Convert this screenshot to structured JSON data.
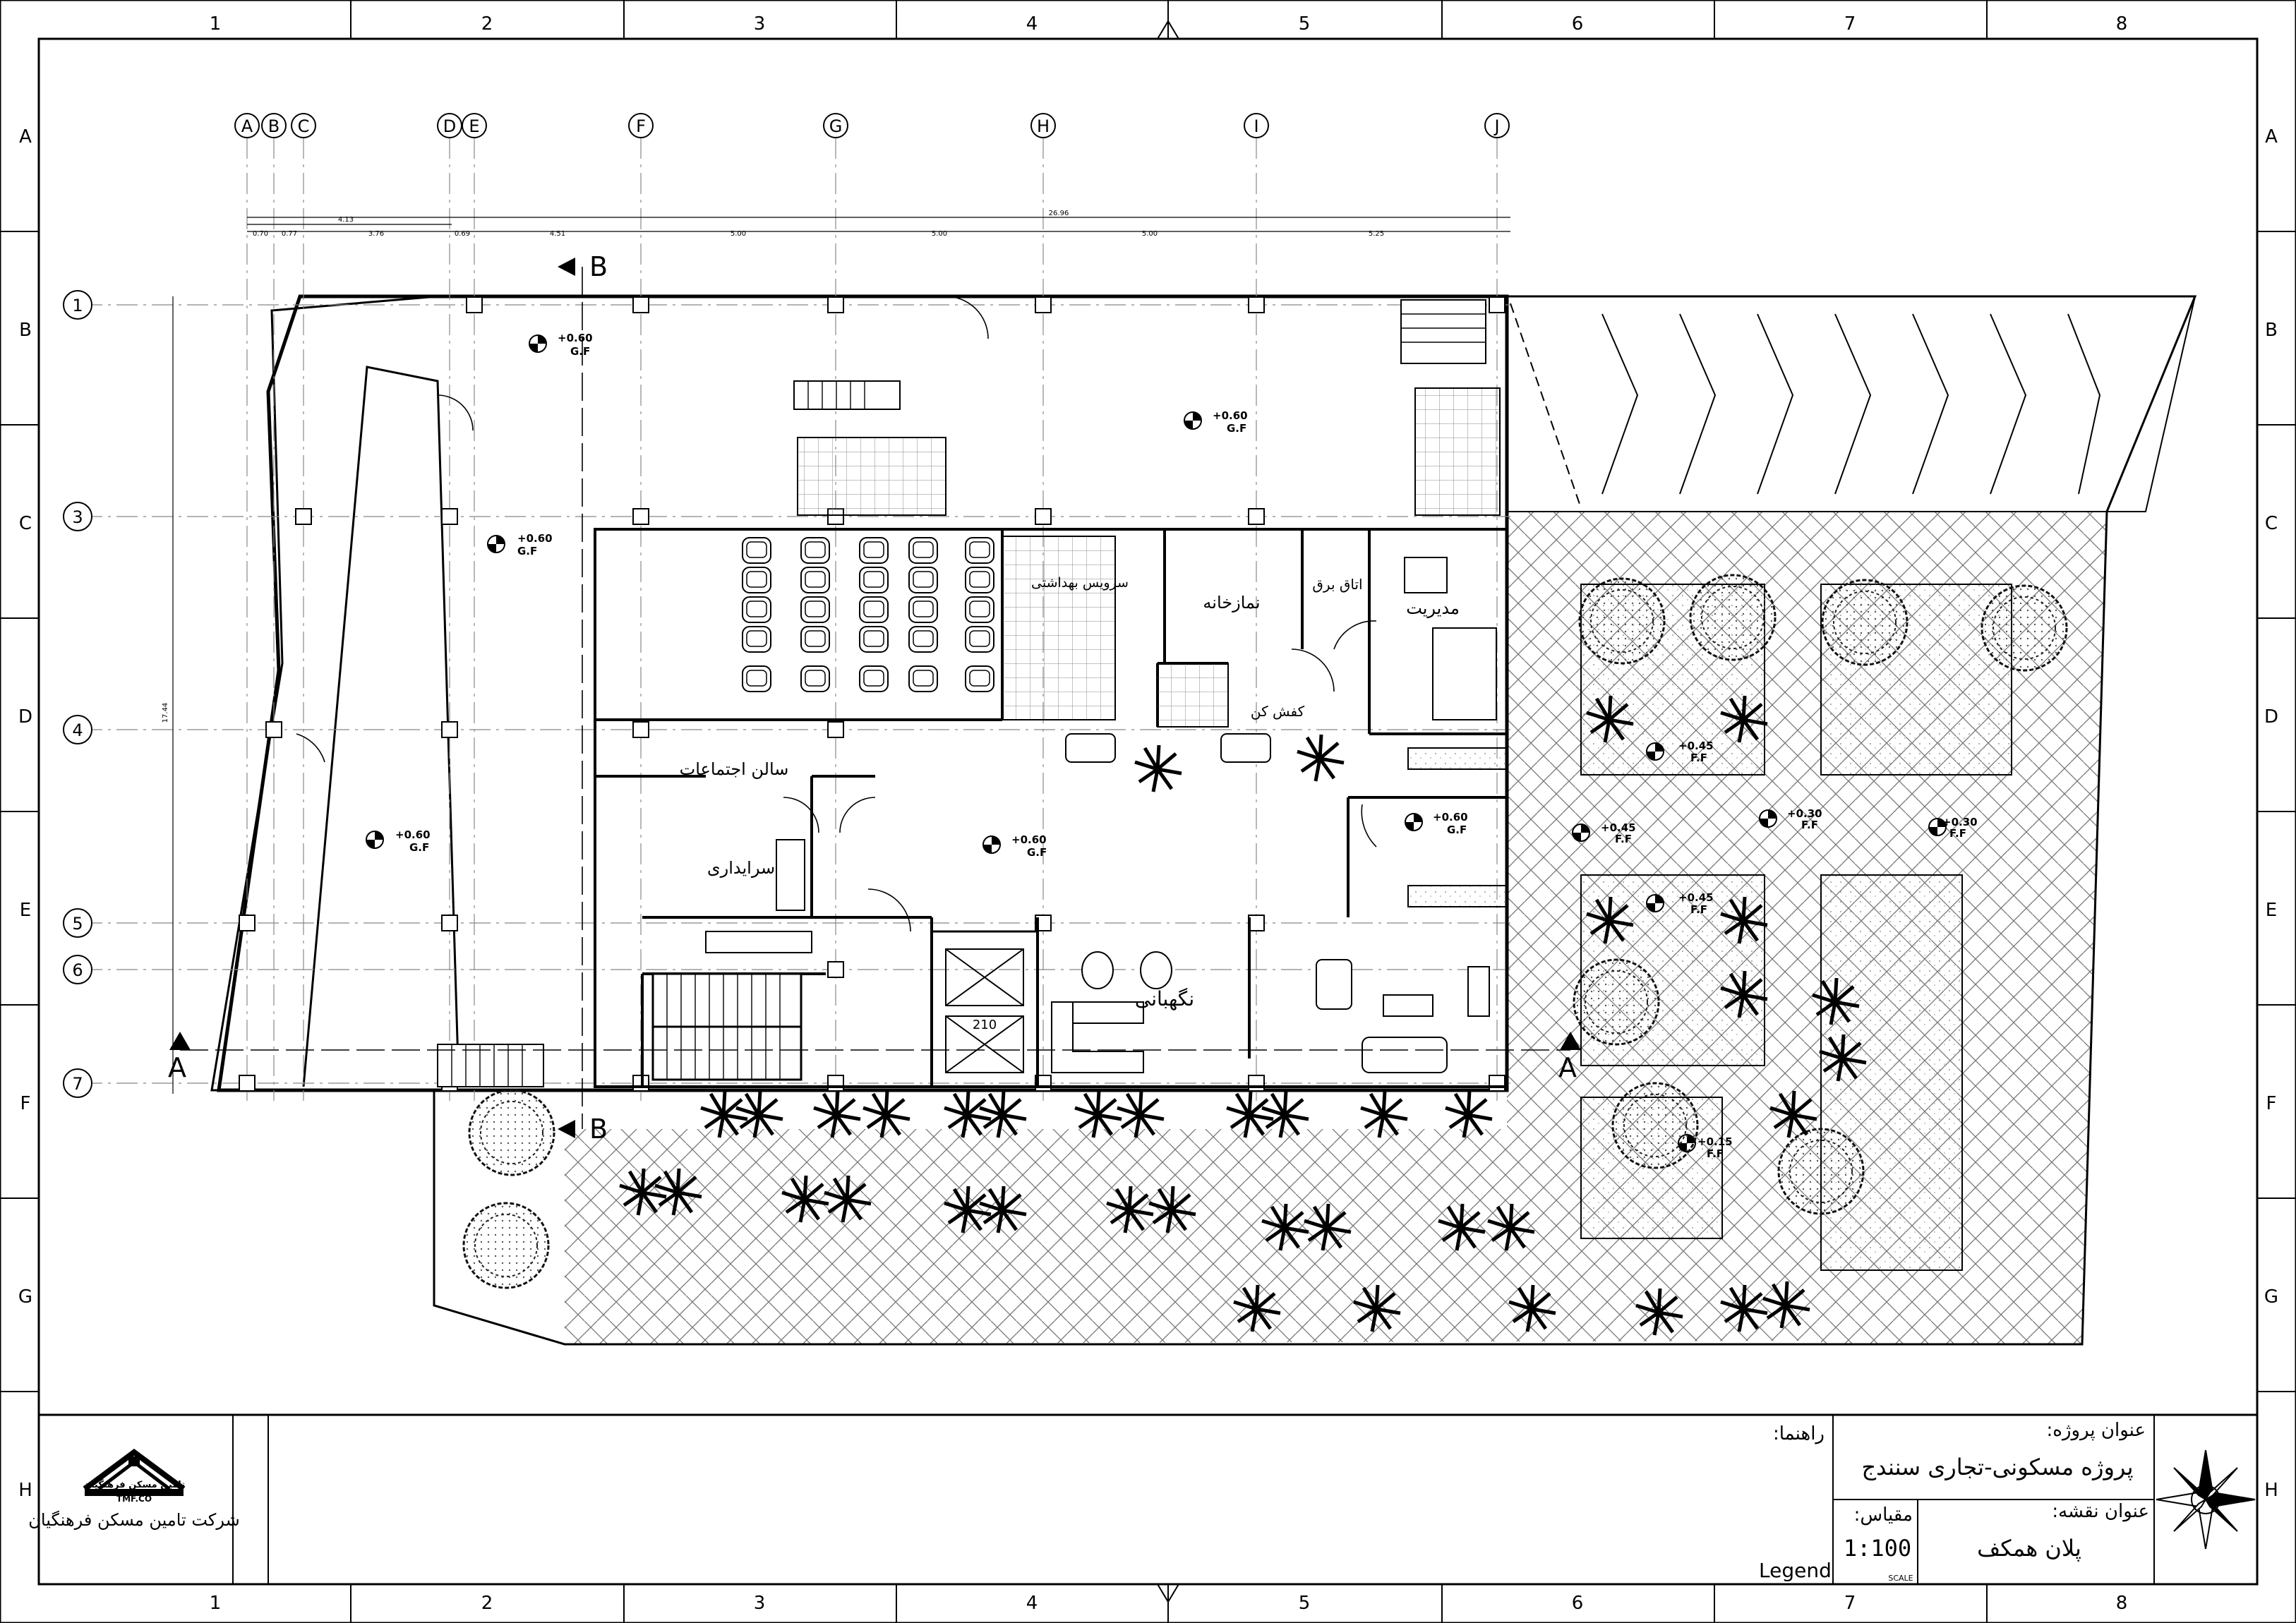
{
  "border": {
    "cols": [
      "1",
      "2",
      "3",
      "4",
      "5",
      "6",
      "7",
      "8"
    ],
    "rows": [
      "A",
      "B",
      "C",
      "D",
      "E",
      "F",
      "G",
      "H"
    ]
  },
  "grid_axes": {
    "letters": [
      "A",
      "B",
      "C",
      "D",
      "E",
      "F",
      "G",
      "H",
      "I",
      "J"
    ],
    "numbers": [
      "1",
      "3",
      "4",
      "5",
      "6",
      "7"
    ]
  },
  "dimensions": {
    "top_total": "26.96",
    "top_sub": "4.13",
    "top_chain": [
      "0.70",
      "0.77",
      "3.76",
      "0.69",
      "4.51",
      "5.00",
      "5.00",
      "5.00",
      "5.25"
    ],
    "left_total": "17.44"
  },
  "sections": {
    "a_label": "A",
    "b_label": "B"
  },
  "levels": {
    "gf_60": "+0.60",
    "gf_tag": "G.F",
    "ff_45": "+0.45",
    "ff_30": "+0.30",
    "ff_15": "+0.15",
    "ff_tag": "F.F"
  },
  "rooms": {
    "hall": "سالن اجتماعات",
    "caretaker": "سرایداری",
    "wc": "سرویس بهداشتی",
    "prayer": "نمازخانه",
    "electric": "اتاق برق",
    "management": "مدیریت",
    "shoes": "کفش کن",
    "guard": "نگهبانی",
    "elevator_no": "210"
  },
  "title_block": {
    "project_label": "عنوان پروژه:",
    "project_name": "پروژه مسکونی-تجاری سنندج",
    "plan_label": "عنوان نقشه:",
    "plan_name": "پلان همکف",
    "scale_label": "مقیاس:",
    "scale_value": "1:100",
    "scale_en": "SCALE",
    "guide_label": "راهنما:",
    "legend": "Legend",
    "company_name": "شرکت تامین مسکن فرهنگیان",
    "logo_text": "تامین مسکن فرهنگیان",
    "logo_sub": "TMF.CO"
  }
}
